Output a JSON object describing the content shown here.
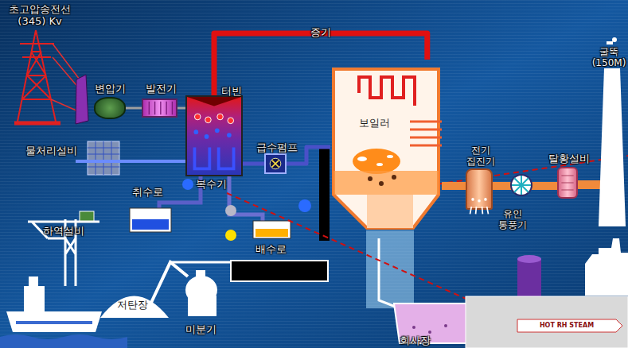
{
  "diagram": {
    "nodes": [
      {
        "text": [
          "변압기"
        ]
      },
      {
        "text": [
          "발전기"
        ]
      },
      {
        "text": [
          "터빈"
        ]
      },
      {
        "text": [
          "급수펌프"
        ]
      },
      {
        "text": [
          "보일러"
        ]
      },
      {
        "text": [
          "전기 집진기"
        ]
      },
      {
        "text": [
          "탈황설비"
        ]
      }
    ],
    "edges": [
      {
        "from": 0,
        "to": 1,
        "arrow": "none"
      },
      {
        "from": 1,
        "to": 2,
        "arrow": "none"
      },
      {
        "from": 4,
        "to": 2,
        "label": "증기",
        "arrow": "none"
      },
      {
        "from": 2,
        "to": 3,
        "arrow": "none"
      },
      {
        "from": 3,
        "to": 4,
        "arrow": "none"
      },
      {
        "from": 4,
        "to": 5,
        "arrow": "none"
      },
      {
        "from": 5,
        "to": 6,
        "arrow": "none"
      }
    ],
    "labels": [
      "초고압송전선 (345) Kv",
      "굴뚝 (150M)",
      "물처리설비",
      "취수로",
      "복수기",
      "배수로",
      "유인 통풍기",
      "하역설비",
      "저탄장",
      "미분기",
      "회사장",
      "HOT RH STEAM"
    ]
  }
}
